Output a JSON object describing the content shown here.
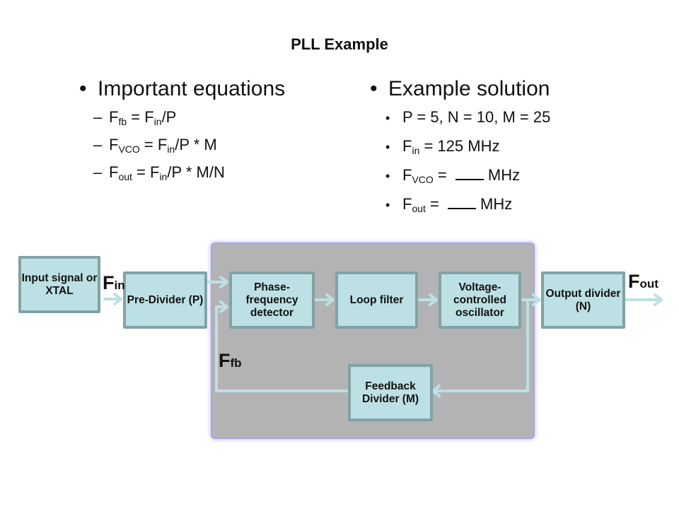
{
  "title": "PLL Example",
  "left": {
    "heading": "Important equations",
    "bullet": "•",
    "dash": "–",
    "equations": [
      {
        "f": "F",
        "sub": "fb",
        "eq": " = F",
        "sub2": "in",
        "rest": "/P"
      },
      {
        "f": "F",
        "sub": "VCO",
        "eq": " = F",
        "sub2": "in",
        "rest": "/P * M"
      },
      {
        "f": "F",
        "sub": "out",
        "eq": " = F",
        "sub2": "in",
        "rest": "/P * M/N"
      }
    ]
  },
  "right": {
    "heading": "Example solution",
    "bullet": "•",
    "items": [
      {
        "text": "P = 5, N = 10, M = 25"
      },
      {
        "f": "F",
        "sub": "in",
        "rest": " = 125 MHz"
      },
      {
        "f": "F",
        "sub": "VCO",
        "rest": " = ",
        "unit": "MHz"
      },
      {
        "f": "F",
        "sub": "out",
        "rest": " = ",
        "unit": "MHz"
      }
    ]
  },
  "diagram": {
    "blocks": {
      "input": "Input signal or XTAL",
      "pre_divider": "Pre-Divider (P)",
      "pfd": "Phase-frequency detector",
      "loop_filter": "Loop filter",
      "vco": "Voltage-controlled oscillator",
      "output_divider": "Output divider (N)",
      "feedback_divider": "Feedback Divider (M)"
    },
    "labels": {
      "fin": {
        "f": "F",
        "sub": "in"
      },
      "fout": {
        "f": "F",
        "sub": "out"
      },
      "ffb": {
        "f": "F",
        "sub": "fb"
      }
    },
    "colors": {
      "block_fill": "#bde0e4",
      "block_border": "#82a2a6",
      "wire": "#bde0e4",
      "pll_region": "#b3b3b3",
      "pll_glow": "#a7a4f0"
    }
  }
}
